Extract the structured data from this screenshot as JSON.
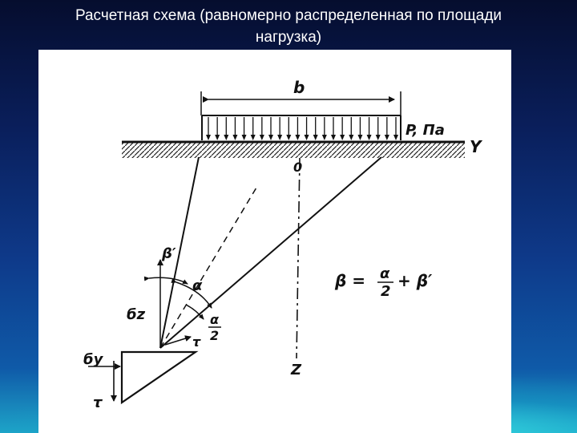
{
  "slide": {
    "title_line1": "Расчетная схема (равномерно распределенная по площади",
    "title_line2": "нагрузка)"
  },
  "diagram": {
    "width_label": "b",
    "load_label": "P, Па",
    "axis_y_label": "Y",
    "origin_label": "0",
    "axis_z_label": "Z",
    "beta_prime_label": "β′",
    "alpha_label": "α",
    "alpha_half_num": "α",
    "alpha_half_den": "2",
    "sigma_z_label": "бz",
    "tau_label": "τ",
    "sigma_y_label": "бy",
    "tau_left_label": "τ",
    "formula_lhs": "β =",
    "formula_num": "α",
    "formula_den": "2",
    "formula_rhs": "+ β′"
  },
  "colors": {
    "background_top": "#050d2e",
    "background_bottom": "#1ea4c8",
    "panel": "#ffffff",
    "ink": "#111111",
    "title_text": "#ffffff"
  }
}
